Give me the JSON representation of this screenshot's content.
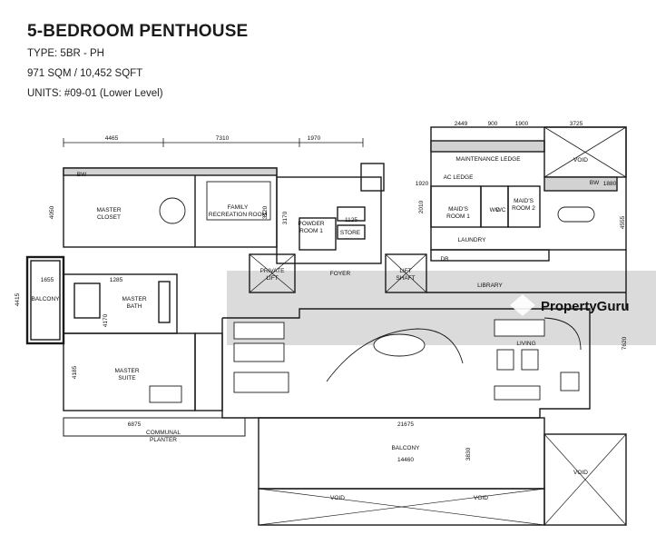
{
  "header": {
    "title": "5-BEDROOM PENTHOUSE",
    "type": "TYPE: 5BR - PH",
    "area": "971 SQM / 10,452 SQFT",
    "units": "UNITS:  #09-01 (Lower Level)"
  },
  "rooms": {
    "master_closet": [
      "MASTER",
      "CLOSET"
    ],
    "family_room": [
      "FAMILY",
      "RECREATION ROOM"
    ],
    "bw1": "BW",
    "bw2": "BW",
    "maintenance_ledge": "MAINTENANCE LEDGE",
    "ac_ledge": "AC LEDGE",
    "void_top": "VOID",
    "maids_room1": [
      "MAID'S",
      "ROOM 1"
    ],
    "maids_room2": [
      "MAID'S",
      "ROOM 2"
    ],
    "wc": "WC",
    "laundry": "LAUNDRY",
    "powder_room": [
      "POWDER",
      "ROOM 1"
    ],
    "store": "STORE",
    "private_lift": [
      "PRIVATE",
      "LIFT"
    ],
    "foyer": "FOYER",
    "lift_shaft": [
      "LIFT",
      "SHAFT"
    ],
    "library": "LIBRARY",
    "balcony_left": "BALCONY",
    "master_bath": [
      "MASTER",
      "BATH"
    ],
    "master_suite": [
      "MASTER",
      "SUITE"
    ],
    "living": "LIVING",
    "communal_planter": [
      "COMMUNAL",
      "PLANTER"
    ],
    "balcony_bottom": "BALCONY",
    "void_right": "VOID",
    "void_bottom1": "VOID",
    "void_bottom2": "VOID",
    "db": "DB",
    "wc2": "WC"
  },
  "dimensions": {
    "d4465": "4465",
    "d7310": "7310",
    "d1970": "1970",
    "d2449": "2449",
    "d900": "900",
    "d1900": "1900",
    "d3725": "3725",
    "d4050": "4050",
    "d3120": "3120",
    "d3170": "3170",
    "d1125": "1125",
    "d2010": "2010",
    "d4555": "4555",
    "d1655": "1655",
    "d1285": "1285",
    "d4415": "4415",
    "d4170": "4170",
    "d4185": "4185",
    "d7620": "7620",
    "d6875": "6875",
    "d21675": "21675",
    "d3830": "3830",
    "d14460": "14460",
    "d1920": "1920",
    "d1880": "1880"
  },
  "watermark": "PropertyGuru",
  "colors": {
    "line": "#1a1a1a",
    "fill": "#d2d2d2",
    "watermark_band": "#bdbdbd"
  }
}
